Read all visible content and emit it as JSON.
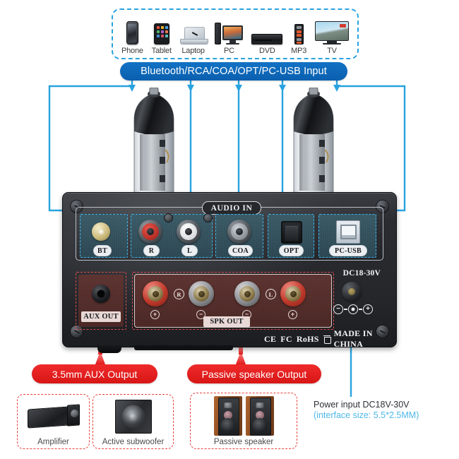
{
  "sources": {
    "items": [
      {
        "label": "Phone",
        "icon": "phone-icon"
      },
      {
        "label": "Tablet",
        "icon": "tablet-icon"
      },
      {
        "label": "Laptop",
        "icon": "laptop-icon"
      },
      {
        "label": "PC",
        "icon": "pc-icon"
      },
      {
        "label": "DVD",
        "icon": "dvd-player-icon"
      },
      {
        "label": "MP3",
        "icon": "mp3-player-icon"
      },
      {
        "label": "TV",
        "icon": "tv-icon"
      }
    ]
  },
  "input_banner": {
    "label": "Bluetooth/RCA/COA/OPT/PC-USB Input",
    "color": "#0b5fae"
  },
  "amplifier": {
    "audio_in": {
      "badge": "AUDIO IN",
      "ports": [
        {
          "label": "BT",
          "type": "sma-antenna-connector"
        },
        {
          "label": "R",
          "type": "rca-jack-red"
        },
        {
          "label": "L",
          "type": "rca-jack-white"
        },
        {
          "label": "COA",
          "type": "rca-jack-coaxial"
        },
        {
          "label": "OPT",
          "type": "toslink-optical-port"
        },
        {
          "label": "PC-USB",
          "type": "usb-type-b-port"
        }
      ]
    },
    "outputs": {
      "aux_label": "AUX OUT",
      "spk_label": "SPK OUT",
      "channel_right": "R",
      "channel_left": "L",
      "polarity_plus": "+",
      "polarity_minus": "−"
    },
    "power": {
      "dc_label": "DC18-30V"
    },
    "certifications": {
      "ce": "CE",
      "fc": "FC",
      "rohs": "RoHS",
      "weee": "weee-bin-icon",
      "origin": "MADE IN CHINA"
    }
  },
  "callouts": {
    "aux_banner": "3.5mm AUX Output",
    "speaker_banner": "Passive speaker Output",
    "banner_color": "#d81616"
  },
  "products": [
    {
      "label": "Amplifier",
      "icon": "amplifier-icon"
    },
    {
      "label": "Active subwoofer",
      "icon": "subwoofer-icon"
    },
    {
      "label": "Passive speaker",
      "icon": "bookshelf-speakers-icon"
    }
  ],
  "power_note": {
    "line1": "Power input DC18V-30V",
    "line2": "(interface size: 5.5*2.5MM)",
    "line2_color": "#4db8e8"
  }
}
